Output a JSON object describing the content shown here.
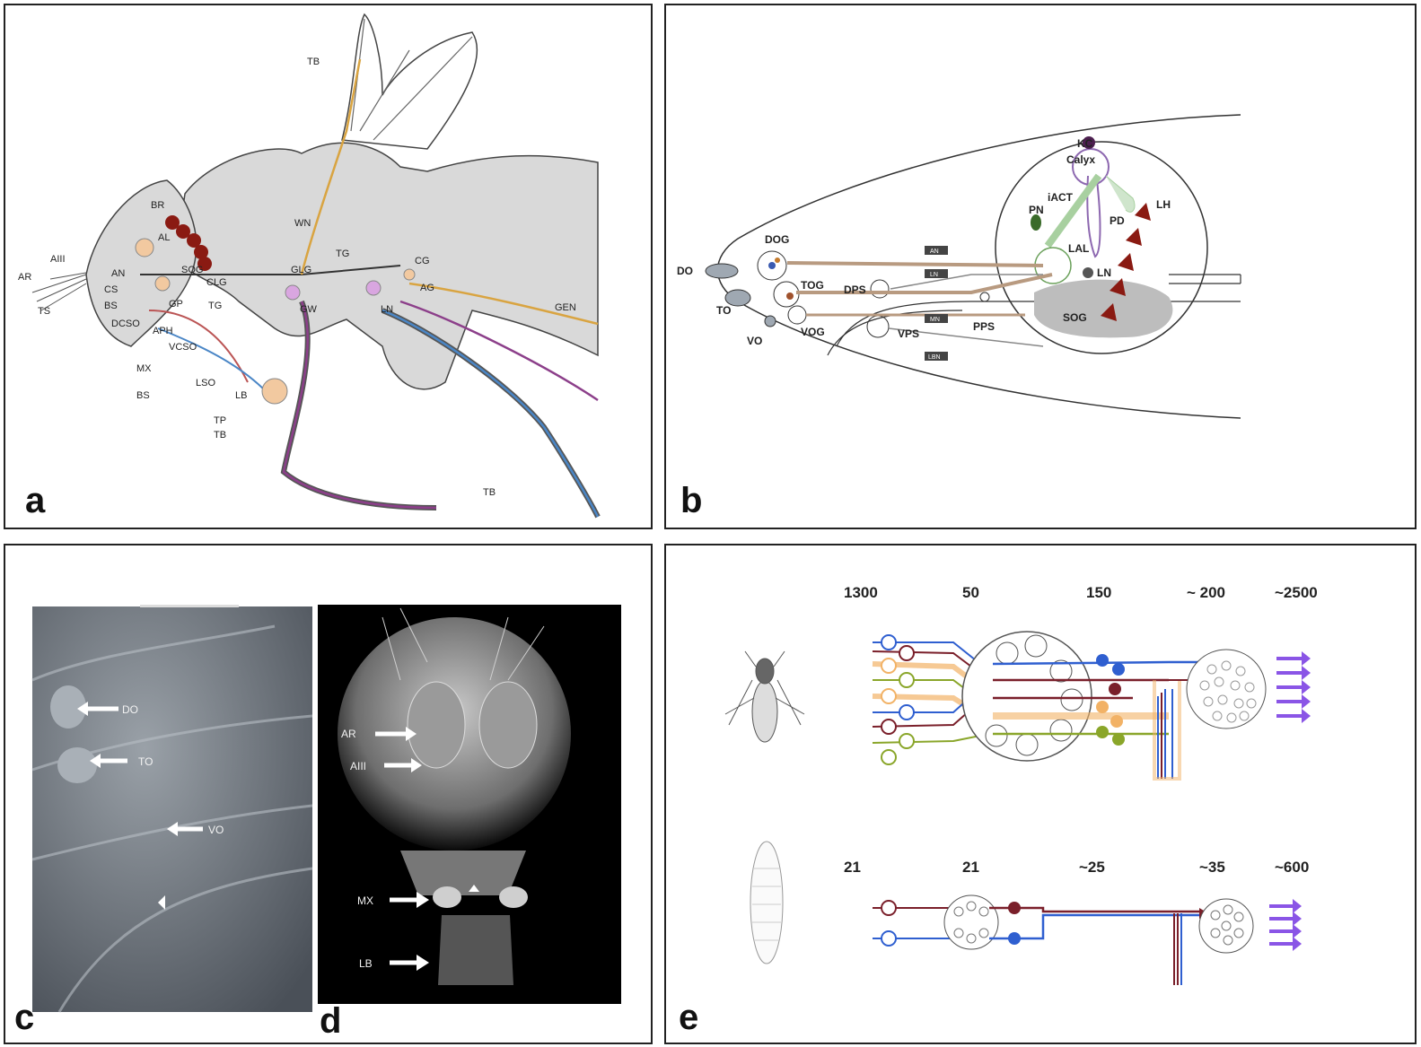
{
  "panels": {
    "a": {
      "letter": "a",
      "labels": [
        "TB",
        "BR",
        "AL",
        "WN",
        "TG",
        "CG",
        "AIII",
        "AR",
        "AN",
        "CS",
        "TS",
        "BS",
        "SOG",
        "GP",
        "CLG",
        "TG",
        "DCSO",
        "APH",
        "VCSO",
        "MX",
        "BS",
        "LSO",
        "LB",
        "TP",
        "TB",
        "GLG",
        "GW",
        "AG",
        "LN",
        "GEN",
        "TB"
      ]
    },
    "b": {
      "letter": "b",
      "labels": {
        "kc": "KC",
        "calyx": "Calyx",
        "iact": "iACT",
        "lh": "LH",
        "pn": "PN",
        "pd": "PD",
        "lal": "LAL",
        "ln": "LN",
        "sog": "SOG",
        "dog": "DOG",
        "do": "DO",
        "tog": "TOG",
        "dps": "DPS",
        "to": "TO",
        "vo": "VO",
        "vog": "VOG",
        "vps": "VPS",
        "pps": "PPS",
        "nerves": [
          "AN",
          "LN",
          "MN",
          "LBN"
        ]
      }
    },
    "c": {
      "letter": "c",
      "arrows": [
        "DO",
        "TO",
        "VO"
      ]
    },
    "d": {
      "letter": "d",
      "arrows": [
        "AR",
        "AIII",
        "MX",
        "LB"
      ]
    },
    "e": {
      "letter": "e",
      "adult_counts": [
        "1300",
        "50",
        "150",
        "~ 200",
        "~2500"
      ],
      "larva_counts": [
        "21",
        "21",
        "~25",
        "~35",
        "~600"
      ]
    }
  },
  "colors": {
    "blue": "#2f5fd0",
    "maroon": "#7a1f2a",
    "orange": "#f2b266",
    "olive": "#8aa62a",
    "purple": "#8a55e6",
    "darkred": "#8a1a12"
  }
}
